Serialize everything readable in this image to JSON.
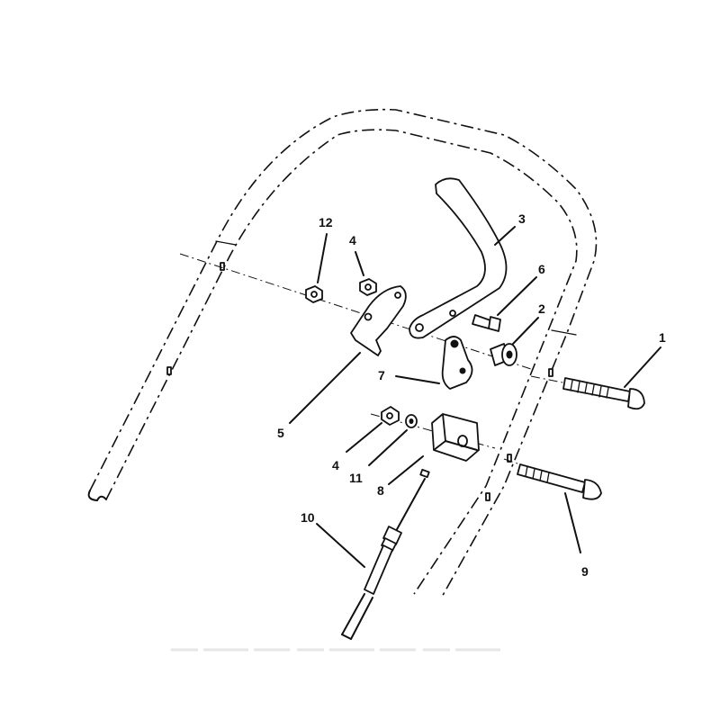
{
  "callouts": {
    "p1": "1",
    "p2": "2",
    "p3": "3",
    "p4a": "4",
    "p4b": "4",
    "p5": "5",
    "p6": "6",
    "p7": "7",
    "p8": "8",
    "p9": "9",
    "p10": "10",
    "p11": "11",
    "p12": "12"
  }
}
